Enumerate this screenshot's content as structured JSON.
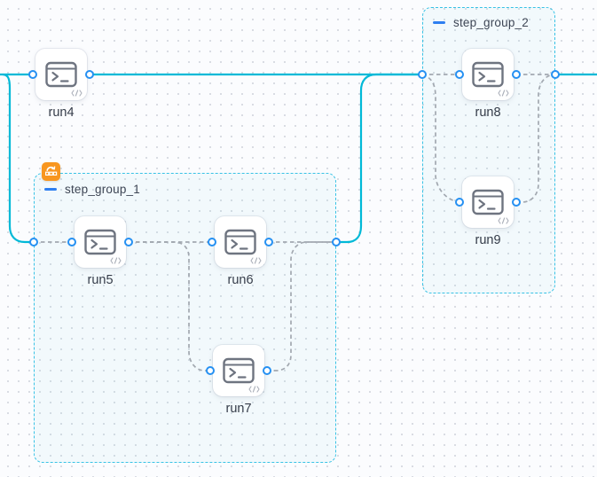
{
  "app": {
    "view": "workflow-graph-canvas"
  },
  "colors": {
    "solid_edge": "#00b9d7",
    "dashed_edge": "#a2a8b0",
    "group_border": "#38c2e5",
    "handle_stroke": "#2590f2",
    "badge_background": "#f8961f",
    "node_label_text": "#353c49",
    "group_label_text": "#3e4655"
  },
  "groups": [
    {
      "id": "step_group_1",
      "label": "step_group_1",
      "collapse_control": "minus",
      "badge": "loop-steps-badge"
    },
    {
      "id": "step_group_2",
      "label": "step_group_2",
      "collapse_control": "minus"
    }
  ],
  "nodes": [
    {
      "id": "run4",
      "label": "run4",
      "icon": "terminal-icon",
      "corner_icon": "code-icon"
    },
    {
      "id": "run5",
      "label": "run5",
      "icon": "terminal-icon",
      "corner_icon": "code-icon",
      "group": "step_group_1"
    },
    {
      "id": "run6",
      "label": "run6",
      "icon": "terminal-icon",
      "corner_icon": "code-icon",
      "group": "step_group_1"
    },
    {
      "id": "run7",
      "label": "run7",
      "icon": "terminal-icon",
      "corner_icon": "code-icon",
      "group": "step_group_1"
    },
    {
      "id": "run8",
      "label": "run8",
      "icon": "terminal-icon",
      "corner_icon": "code-icon",
      "group": "step_group_2"
    },
    {
      "id": "run9",
      "label": "run9",
      "icon": "terminal-icon",
      "corner_icon": "code-icon",
      "group": "step_group_2"
    }
  ],
  "edges": [
    {
      "from": "start",
      "to": "run4",
      "style": "solid"
    },
    {
      "from": "start",
      "to": "step_group_1.in",
      "style": "solid"
    },
    {
      "from": "run4",
      "to": "step_group_2.in",
      "style": "solid"
    },
    {
      "from": "step_group_1.out",
      "to": "step_group_2.in",
      "style": "solid"
    },
    {
      "from": "step_group_2.out",
      "to": "end",
      "style": "solid"
    },
    {
      "from": "step_group_1.in",
      "to": "run5",
      "style": "dashed"
    },
    {
      "from": "run5",
      "to": "run6",
      "style": "dashed"
    },
    {
      "from": "run5",
      "to": "run7",
      "style": "dashed"
    },
    {
      "from": "run6",
      "to": "step_group_1.out",
      "style": "dashed"
    },
    {
      "from": "run7",
      "to": "step_group_1.out",
      "style": "dashed"
    },
    {
      "from": "step_group_2.in",
      "to": "run8",
      "style": "dashed"
    },
    {
      "from": "step_group_2.in",
      "to": "run9",
      "style": "dashed"
    },
    {
      "from": "run8",
      "to": "step_group_2.out",
      "style": "dashed"
    },
    {
      "from": "run9",
      "to": "step_group_2.out",
      "style": "dashed"
    }
  ]
}
